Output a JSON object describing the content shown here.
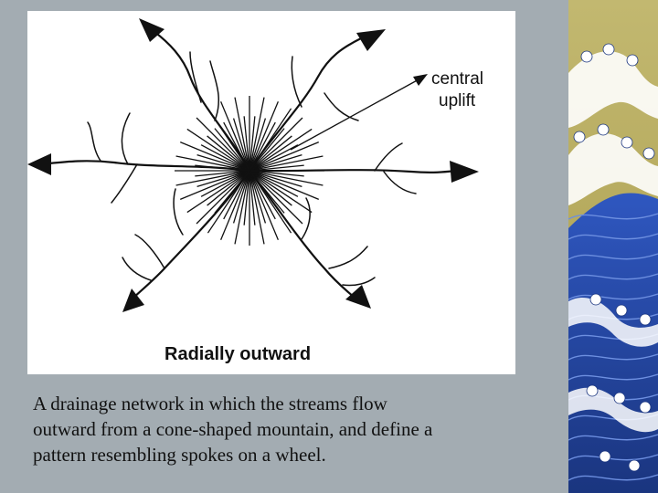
{
  "diagram": {
    "label_uplift_line1": "central",
    "label_uplift_line2": "uplift",
    "label_pattern": "Radially outward"
  },
  "caption": {
    "line1": "A drainage network in which the streams flow",
    "line2": "outward from a cone-shaped mountain, and define a",
    "line3": "pattern resembling spokes on a wheel."
  },
  "colors": {
    "background": "#a3acb2",
    "panel": "#ffffff",
    "ink": "#111111",
    "wave_deep": "#1e3f9c",
    "wave_light": "#3f6ad0",
    "sky": "#b6a858",
    "foam": "#ffffff"
  }
}
